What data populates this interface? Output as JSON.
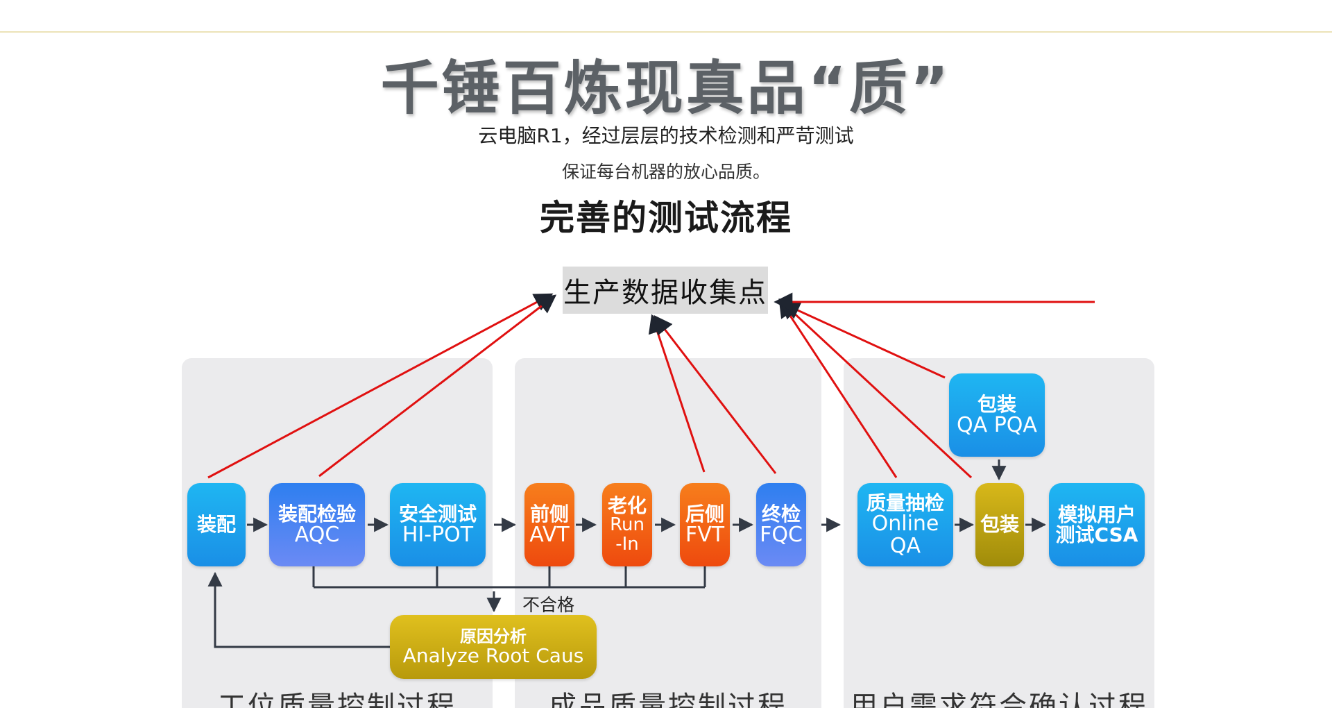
{
  "header": {
    "headline": "千锤百炼现真品“质”",
    "subline_1": "云电脑R1，经过层层的技术检测和严苛测试",
    "subline_2": "保证每台机器的放心品质。",
    "section_title": "完善的测试流程"
  },
  "diagram": {
    "collect_point": "生产数据收集点",
    "panels": [
      {
        "label": "工位质量控制过程"
      },
      {
        "label": "成品质量控制过程"
      },
      {
        "label": "用户需求符合确认过程"
      }
    ],
    "nodes": {
      "assembly": {
        "line1": "装配",
        "line2": ""
      },
      "aqc": {
        "line1": "装配检验",
        "line2": "AQC"
      },
      "hipot": {
        "line1": "安全测试",
        "line2": "HI-POT"
      },
      "avt": {
        "line1": "前侧",
        "line2": "AVT"
      },
      "runin": {
        "line1": "老化",
        "line2": "Run",
        "line3": "-In"
      },
      "fvt": {
        "line1": "后侧",
        "line2": "FVT"
      },
      "fqc": {
        "line1": "终检",
        "line2": "FQC"
      },
      "oqa": {
        "line1": "质量抽检",
        "line2": "Online",
        "line3": "QA"
      },
      "pqa": {
        "line1": "包装",
        "line2": "QA PQA"
      },
      "packing": {
        "line1": "包装",
        "line2": ""
      },
      "csa": {
        "line1": "模拟用户",
        "line2": "测试CSA"
      }
    },
    "fail_label": "不合格",
    "root_cause": {
      "line1": "原因分析",
      "line2": "Analyze Root Caus"
    },
    "colors": {
      "blue": "#1a9ff0",
      "orange": "#f06010",
      "olive": "#b8a010",
      "arrow_red": "#e01010",
      "connector": "#333a45"
    }
  }
}
